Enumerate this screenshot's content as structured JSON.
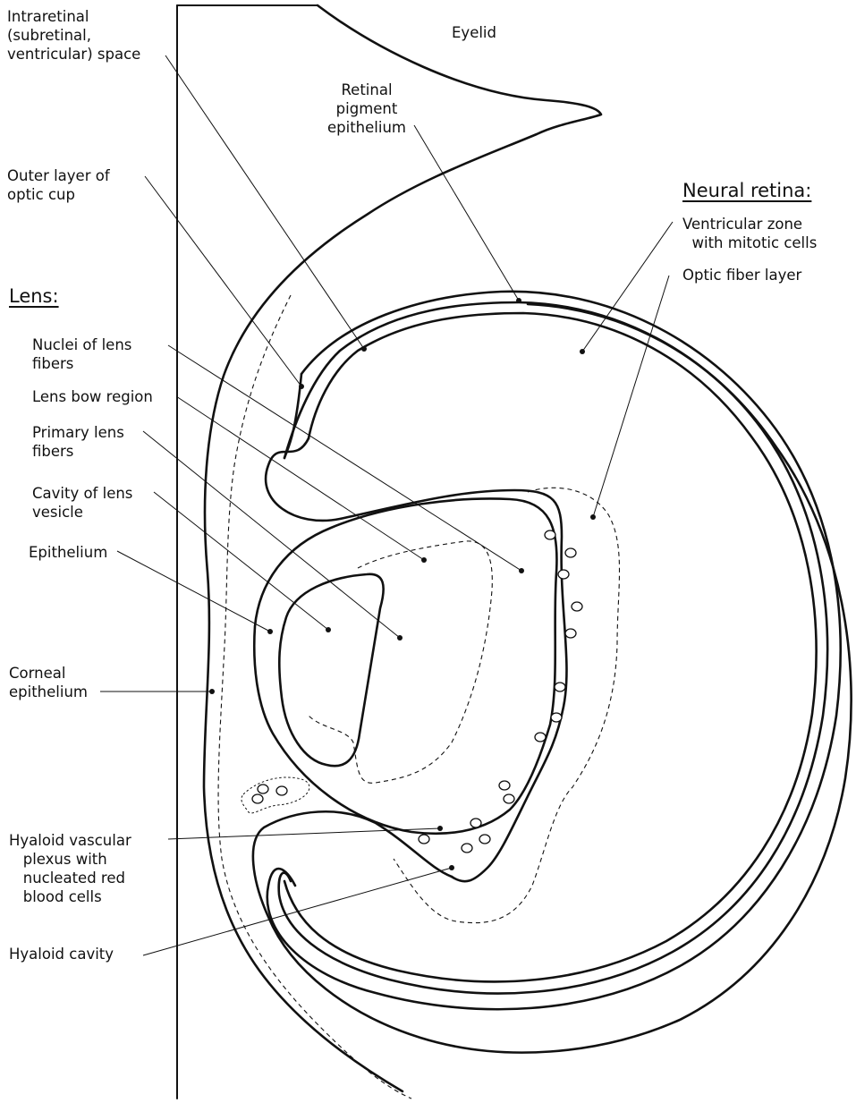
{
  "labels": {
    "eyelid": "Eyelid",
    "intraretinal_space": "Intraretinal\n(subretinal,\nventricular) space",
    "retinal_pigment_epithelium": "Retinal\npigment\nepithelium",
    "outer_layer_optic_cup": "Outer layer of\noptic cup",
    "neural_retina_heading": "Neural retina:",
    "ventricular_zone": "Ventricular zone\n  with mitotic cells",
    "optic_fiber_layer": "Optic fiber layer",
    "lens_heading": "Lens:",
    "nuclei_lens_fibers": "Nuclei of lens\nfibers",
    "lens_bow_region": "Lens bow region",
    "primary_lens_fibers": "Primary lens\nfibers",
    "cavity_lens_vesicle": "Cavity of lens\nvesicle",
    "epithelium": "Epithelium",
    "corneal_epithelium": "Corneal\nepithelium",
    "hyaloid_vascular_plexus": "Hyaloid vascular\n   plexus with\n   nucleated red\n   blood cells",
    "hyaloid_cavity": "Hyaloid cavity"
  }
}
